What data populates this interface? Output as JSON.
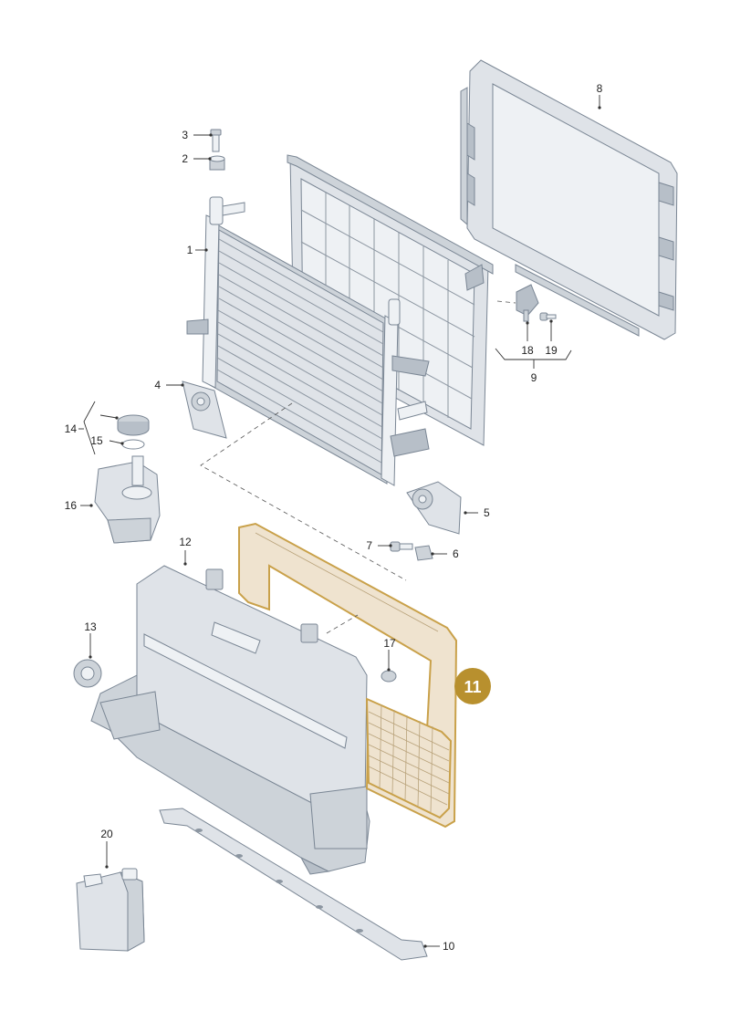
{
  "diagram": {
    "highlight_color": "#c9a14a",
    "badge_color": "#b8902e",
    "highlighted_part": "11",
    "labels": {
      "p1": "1",
      "p2": "2",
      "p3": "3",
      "p4": "4",
      "p5": "5",
      "p6": "6",
      "p7": "7",
      "p8": "8",
      "p9": "9",
      "p10": "10",
      "p11": "11",
      "p12": "12",
      "p13": "13",
      "p14": "14",
      "p15": "15",
      "p16": "16",
      "p17": "17",
      "p18": "18",
      "p19": "19",
      "p20": "20"
    }
  }
}
